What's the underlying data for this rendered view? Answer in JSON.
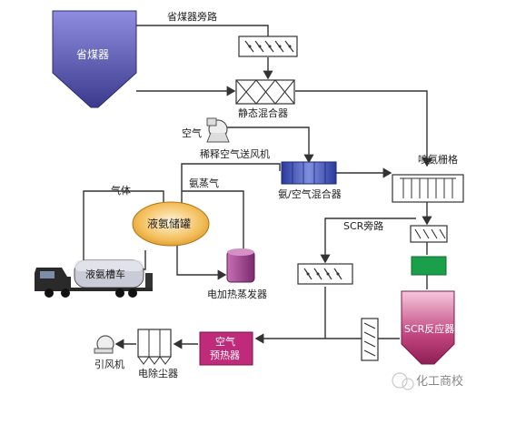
{
  "labels": {
    "economizer": "省煤器",
    "economizer_bypass": "省煤器旁路",
    "static_mixer": "静态混合器",
    "air": "空气",
    "dilution_fan": "稀释空气送风机",
    "ammonia_air_mixer": "氨/空气混合器",
    "ammonia_grid": "喷氨栅格",
    "gas": "气体",
    "ammonia_vapor": "氨蒸气",
    "liquid_ammonia_tank": "液氨储罐",
    "tanker_truck": "液氨槽车",
    "electric_evaporator": "电加热蒸发器",
    "scr_bypass": "SCR旁路",
    "scr_reactor": "SCR反应器",
    "air_preheater_line1": "空气",
    "air_preheater_line2": "预热器",
    "esp": "电除尘器",
    "id_fan": "引风机",
    "watermark": "化工商校"
  },
  "colors": {
    "economizer": "#6a67b8",
    "mixer_blue": "#2b3a9a",
    "tank": "#e8a63a",
    "evaporator": "#9a3a8a",
    "scr": "#b03a7a",
    "catalyst_green": "#1aa04a",
    "preheater": "#c02a7a",
    "truck": "#2a2a2a",
    "line": "#333333"
  }
}
